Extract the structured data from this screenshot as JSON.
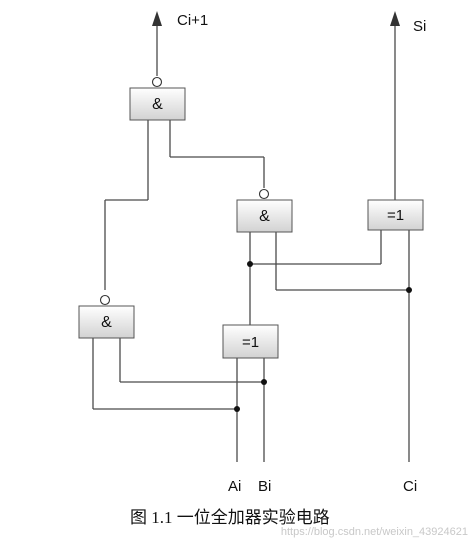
{
  "outputs": {
    "carry": "Ci+1",
    "sum": "Si"
  },
  "inputs": {
    "a": "Ai",
    "b": "Bi",
    "c": "Ci"
  },
  "gates": {
    "nand_top": "&",
    "nand_mid": "&",
    "nand_low": "&",
    "xor_sum": "=1",
    "xor_ab": "=1"
  },
  "caption": "图 1.1 一位全加器实验电路",
  "watermark": "https://blog.csdn.net/weixin_43924621",
  "colors": {
    "line": "#4a4a4a",
    "gate_fill_top": "#ffffff",
    "gate_fill_bottom": "#d2d2d2",
    "watermark": "#c8c8c8"
  }
}
